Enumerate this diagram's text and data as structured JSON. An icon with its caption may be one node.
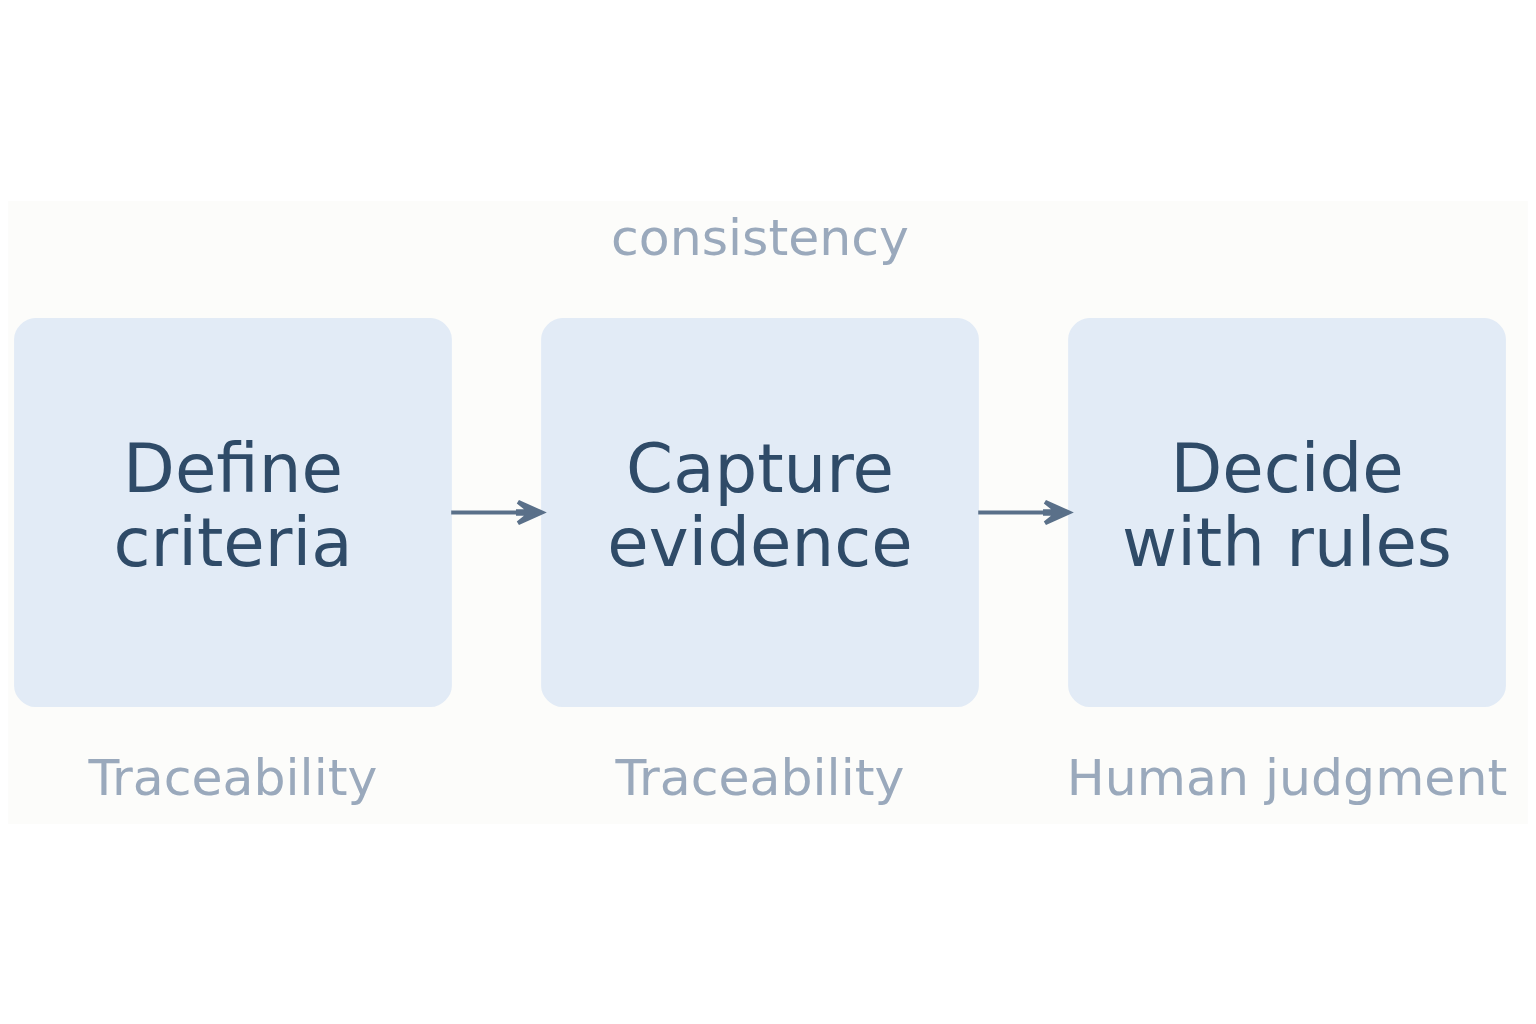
{
  "diagram": {
    "nodes": [
      {
        "text": [
          "Define criteria"
        ],
        "beside": [
          "Traceability"
        ]
      },
      {
        "text": [
          "Capture evidence"
        ],
        "beside": [
          "Traceability"
        ]
      },
      {
        "text": [
          "Decide with rules"
        ],
        "beside": [
          "Human judgment"
        ]
      }
    ],
    "edges": [
      {
        "from": 0,
        "to": 1,
        "arrow": "to"
      },
      {
        "from": 1,
        "to": 2,
        "arrow": "to"
      }
    ],
    "labels": [
      "consistency"
    ]
  }
}
